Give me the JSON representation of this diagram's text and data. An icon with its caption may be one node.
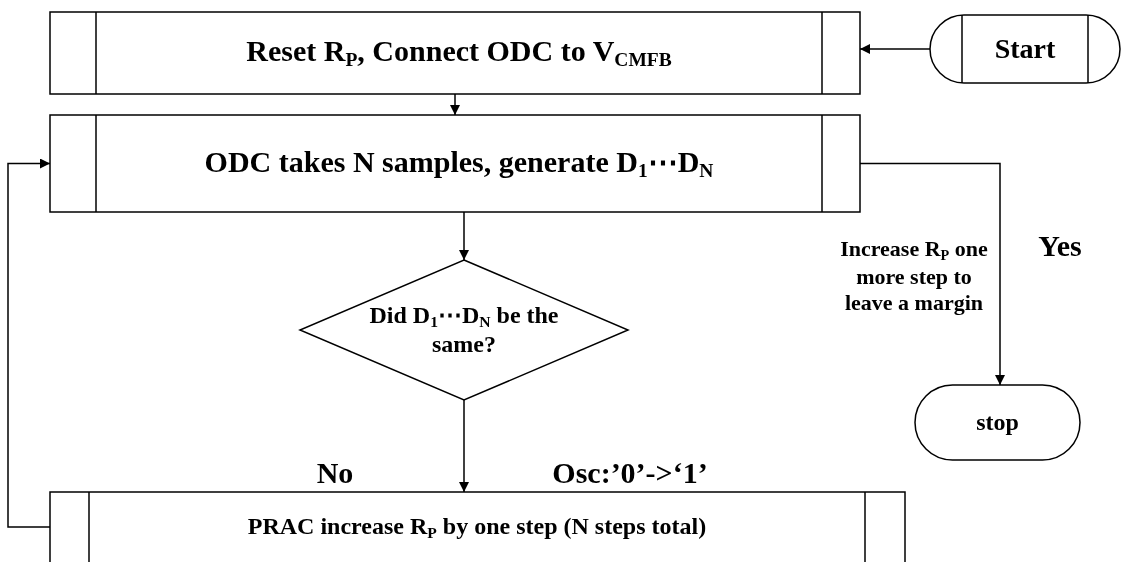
{
  "diagram": {
    "nodes": [
      {
        "text": [
          "Reset R$_{P}$, Connect ODC to V$_{CMFB}$"
        ]
      },
      {
        "text": [
          "Start"
        ]
      },
      {
        "text": [
          "ODC takes N samples, generate D$_{1}$⋯D$_{N}$"
        ]
      },
      {
        "text": [
          "Did D$_{1}$⋯D$_{N}$ be the same?"
        ]
      },
      {
        "text": [
          "stop"
        ]
      },
      {
        "text": [
          "PRAC increase R$_{P}$ by one step (N steps total)"
        ]
      }
    ],
    "edges": [
      {
        "from": 1,
        "to": 0,
        "arrow": "to"
      },
      {
        "from": 0,
        "to": 2,
        "arrow": "to"
      },
      {
        "from": 2,
        "to": 3,
        "arrow": "to"
      },
      {
        "from": 3,
        "to": 5,
        "arrow": "to",
        "label": "No"
      },
      {
        "from": 5,
        "to": 2,
        "arrow": "to"
      },
      {
        "from": 2,
        "to": 4,
        "arrow": "to",
        "label": "Yes"
      }
    ],
    "labels": [
      "Osc:’0’->‘1’",
      "Increase R$_{P}$ one more step to leave a margin"
    ]
  }
}
